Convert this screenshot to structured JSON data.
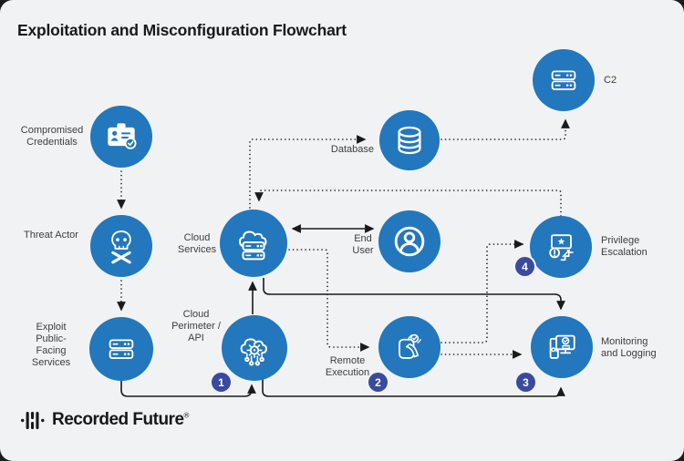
{
  "title": "Exploitation and Misconfiguration Flowchart",
  "brand": {
    "name": "Recorded Future",
    "registered": "®"
  },
  "colors": {
    "node_blue": "#2277BD",
    "badge_indigo": "#3A4AA0",
    "line_black": "#1A1A1A",
    "background": "#F1F2F3"
  },
  "nodes": {
    "compromised_credentials": {
      "label": "Compromised Credentials",
      "icon": "id-card-icon"
    },
    "threat_actor": {
      "label": "Threat Actor",
      "icon": "skull-crossbones-icon"
    },
    "exploit_services": {
      "label": "Exploit Public-Facing Services",
      "icon": "server-icon"
    },
    "cloud_services": {
      "label": "Cloud Services",
      "icon": "cloud-server-icon"
    },
    "cloud_perimeter": {
      "label": "Cloud Perimeter / API",
      "icon": "cloud-api-icon",
      "badge": "1"
    },
    "database": {
      "label": "Database",
      "icon": "database-icon"
    },
    "end_user": {
      "label": "End User",
      "icon": "user-icon"
    },
    "c2": {
      "label": "C2",
      "icon": "server-icon"
    },
    "privilege_escalation": {
      "label": "Privilege Escalation",
      "icon": "privilege-escalation-icon",
      "badge": "4"
    },
    "remote_execution": {
      "label": "Remote Execution",
      "icon": "remote-execution-icon",
      "badge": "2"
    },
    "monitoring_logging": {
      "label": "Monitoring and Logging",
      "icon": "monitor-security-icon",
      "badge": "3"
    }
  },
  "edges": [
    {
      "from": "compromised_credentials",
      "to": "threat_actor",
      "style": "dotted"
    },
    {
      "from": "threat_actor",
      "to": "exploit_services",
      "style": "dotted"
    },
    {
      "from": "exploit_services",
      "to": "cloud_perimeter",
      "style": "solid"
    },
    {
      "from": "cloud_perimeter",
      "to": "cloud_services",
      "style": "solid"
    },
    {
      "from": "cloud_perimeter",
      "to": "monitoring_logging",
      "style": "solid"
    },
    {
      "from": "cloud_services",
      "to": "monitoring_logging",
      "style": "solid"
    },
    {
      "from": "cloud_services",
      "to": "end_user",
      "style": "solid",
      "bidirectional": true
    },
    {
      "from": "cloud_services",
      "to": "database",
      "style": "dotted"
    },
    {
      "from": "database",
      "to": "c2",
      "style": "dotted"
    },
    {
      "from": "privilege_escalation",
      "to": "cloud_services",
      "style": "dotted"
    },
    {
      "from": "cloud_services",
      "to": "remote_execution",
      "style": "dotted"
    },
    {
      "from": "remote_execution",
      "to": "privilege_escalation",
      "style": "dotted"
    },
    {
      "from": "remote_execution",
      "to": "monitoring_logging",
      "style": "dotted"
    }
  ]
}
